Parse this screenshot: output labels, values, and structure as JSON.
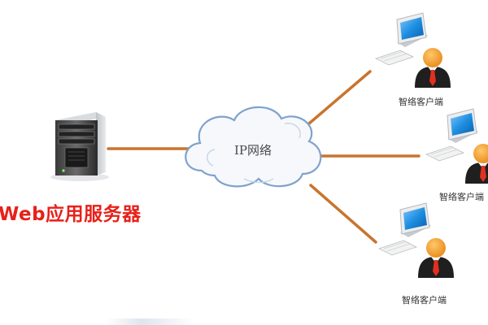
{
  "server": {
    "label": "Web应用服务器",
    "icon": "server-tower-icon"
  },
  "network": {
    "label": "IP网络",
    "icon": "cloud-icon"
  },
  "clients": [
    {
      "label": "智络客户端",
      "icon": "workstation-user-icon"
    },
    {
      "label": "智络客户端",
      "icon": "workstation-user-icon"
    },
    {
      "label": "智络客户端",
      "icon": "workstation-user-icon"
    }
  ],
  "colors": {
    "connector": "#c8752e",
    "server_label": "#e8201a",
    "cloud_edge": "#7fa2cc",
    "screen": "#1e8fe0",
    "avatar_head": "#f5a23a",
    "suit": "#1f1f1f",
    "tie": "#e03020"
  }
}
